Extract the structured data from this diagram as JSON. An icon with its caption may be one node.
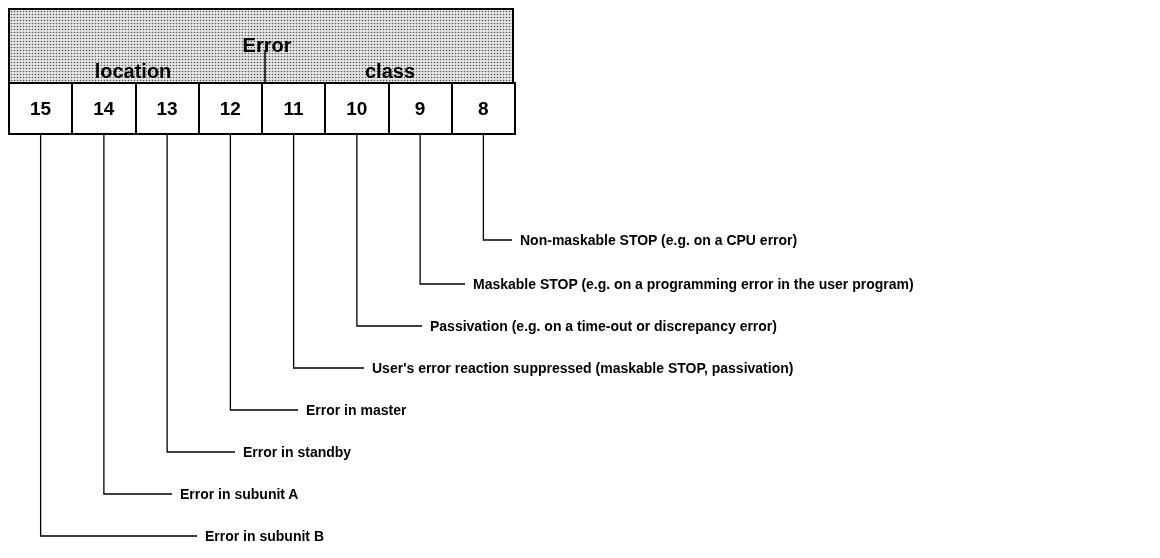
{
  "diagram": {
    "nodes": [
      {
        "text": [
          "Error",
          "location",
          "class"
        ]
      },
      {
        "text": [
          "15"
        ]
      },
      {
        "text": [
          "14"
        ]
      },
      {
        "text": [
          "13"
        ]
      },
      {
        "text": [
          "12"
        ]
      },
      {
        "text": [
          "11"
        ]
      },
      {
        "text": [
          "10"
        ]
      },
      {
        "text": [
          "9"
        ]
      },
      {
        "text": [
          "8"
        ]
      },
      {
        "text": [
          "Non-maskable STOP (e.g. on a CPU error)"
        ]
      },
      {
        "text": [
          "Maskable STOP (e.g. on a programming error in the user program)"
        ]
      },
      {
        "text": [
          "Passivation (e.g. on a time-out or discrepancy error)"
        ]
      },
      {
        "text": [
          "User's error reaction suppressed (maskable STOP, passivation)"
        ]
      },
      {
        "text": [
          "Error in master"
        ]
      },
      {
        "text": [
          "Error in standby"
        ]
      },
      {
        "text": [
          "Error in subunit A"
        ]
      },
      {
        "text": [
          "Error in subunit B"
        ]
      }
    ],
    "edges": [
      {
        "from": 8,
        "to": 9,
        "arrow": "none"
      },
      {
        "from": 7,
        "to": 10,
        "arrow": "none"
      },
      {
        "from": 6,
        "to": 11,
        "arrow": "none"
      },
      {
        "from": 5,
        "to": 12,
        "arrow": "none"
      },
      {
        "from": 4,
        "to": 13,
        "arrow": "none"
      },
      {
        "from": 3,
        "to": 14,
        "arrow": "none"
      },
      {
        "from": 2,
        "to": 15,
        "arrow": "none"
      },
      {
        "from": 1,
        "to": 16,
        "arrow": "none"
      }
    ]
  }
}
